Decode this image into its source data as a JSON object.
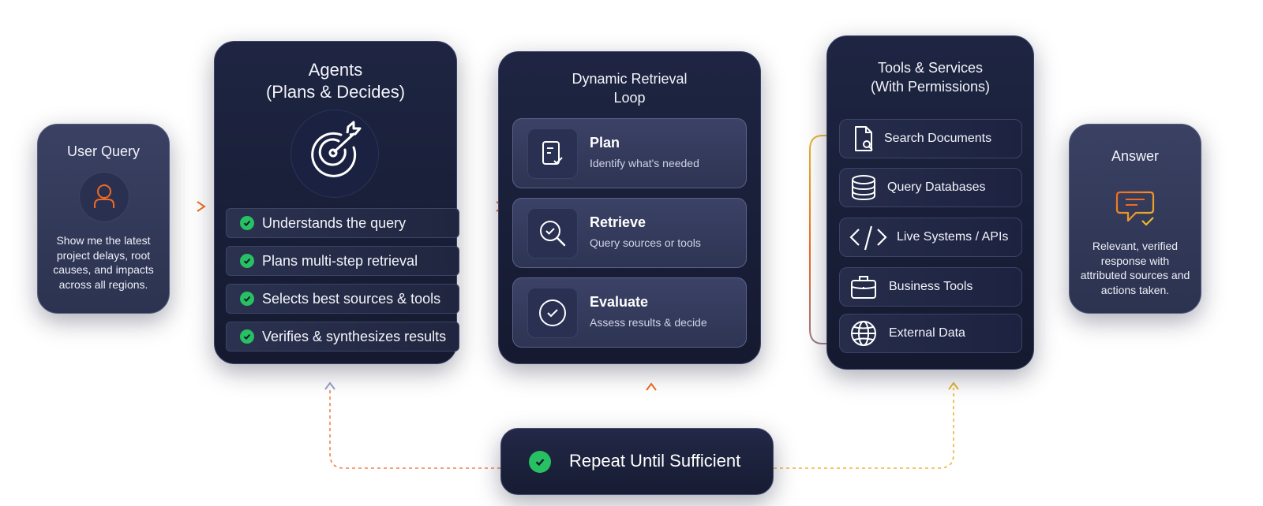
{
  "colors": {
    "card_dark": "#1a2038",
    "card_light": "#333a5a",
    "accent_orange": "#f26a21",
    "accent_yellow": "#f0b92a",
    "check_green": "#27c063"
  },
  "user_query": {
    "title": "User Query",
    "icon": "person-icon",
    "text": "Show me the latest project delays, root causes, and impacts across all regions."
  },
  "agents": {
    "title": "Agents\n(Plans & Decides)",
    "icon": "target-arrow-icon",
    "items": [
      {
        "label": "Understands the query"
      },
      {
        "label": "Plans multi-step retrieval"
      },
      {
        "label": "Selects best sources & tools"
      },
      {
        "label": "Verifies & synthesizes results"
      }
    ]
  },
  "loop": {
    "title": "Dynamic Retrieval\nLoop",
    "steps": [
      {
        "title": "Plan",
        "subtitle": "Identify what's needed",
        "icon": "checklist-document-icon"
      },
      {
        "title": "Retrieve",
        "subtitle": "Query sources or tools",
        "icon": "magnifier-icon"
      },
      {
        "title": "Evaluate",
        "subtitle": "Assess results & decide",
        "icon": "check-circle-icon"
      }
    ]
  },
  "tools": {
    "title": "Tools & Services\n(With Permissions)",
    "items": [
      {
        "label": "Search Documents",
        "icon": "document-search-icon"
      },
      {
        "label": "Query Databases",
        "icon": "database-icon"
      },
      {
        "label": "Live Systems / APIs",
        "icon": "code-brackets-icon"
      },
      {
        "label": "Business Tools",
        "icon": "briefcase-icon"
      },
      {
        "label": "External Data",
        "icon": "globe-icon"
      }
    ]
  },
  "answer": {
    "title": "Answer",
    "icon": "chat-check-icon",
    "text": "Relevant, verified response with attributed sources and actions taken."
  },
  "repeat": {
    "label": "Repeat Until Sufficient"
  }
}
